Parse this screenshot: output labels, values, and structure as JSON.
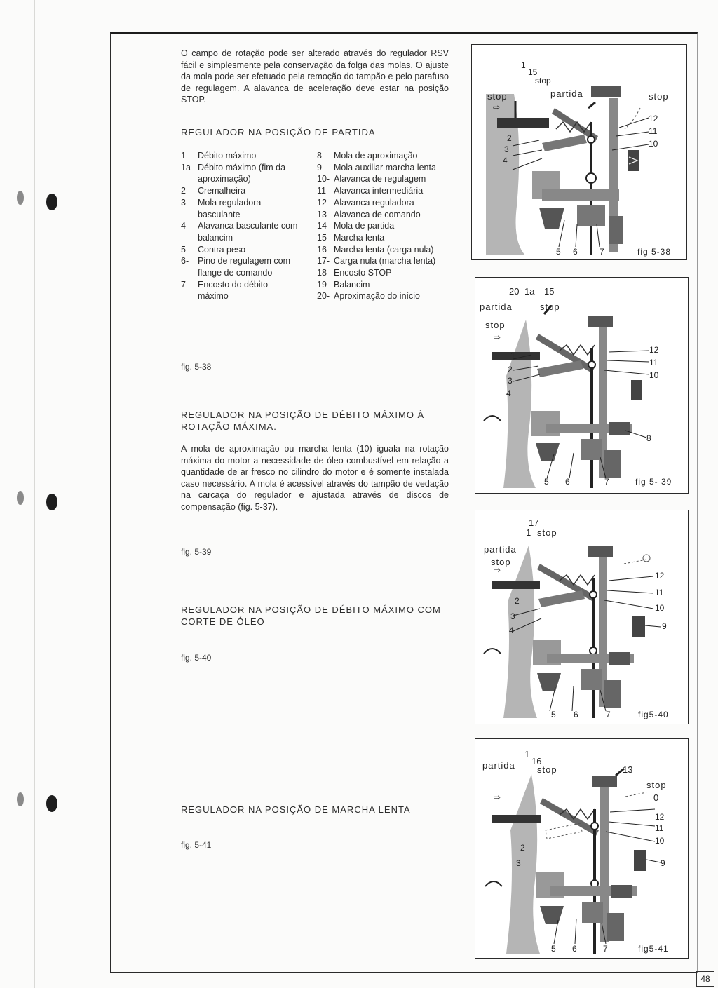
{
  "page_number": "48",
  "intro_paragraph": "O campo de rotação pode ser alterado através do regulador RSV fácil e simplesmente pela conservação da folga das molas. O ajuste da mola pode ser efetuado pela remoção do tampão e pelo parafuso de regulagem. A alavanca de aceleração deve estar na posição STOP.",
  "section_partida": {
    "heading": "REGULADOR NA POSIÇÃO DE PARTIDA",
    "fig_ref": "fig.  5-38"
  },
  "legend_left": [
    {
      "num": "1-",
      "label": "Débito máximo"
    },
    {
      "num": "1a",
      "label": "Débito máximo (fim da aproximação)"
    },
    {
      "num": "2-",
      "label": "Cremalheira"
    },
    {
      "num": "3-",
      "label": "Mola reguladora basculante"
    },
    {
      "num": "4-",
      "label": "Alavanca basculante com balancim"
    },
    {
      "num": "5-",
      "label": "Contra peso"
    },
    {
      "num": "6-",
      "label": "Pino de regulagem com flange de comando"
    },
    {
      "num": "7-",
      "label": "Encosto do débito máximo"
    }
  ],
  "legend_right": [
    {
      "num": "8-",
      "label": "Mola de aproximação"
    },
    {
      "num": "9-",
      "label": "Mola auxiliar marcha lenta"
    },
    {
      "num": "10-",
      "label": "Alavanca de regulagem"
    },
    {
      "num": "11-",
      "label": "Alavanca intermediária"
    },
    {
      "num": "12-",
      "label": "Alavanca reguladora"
    },
    {
      "num": "13-",
      "label": "Alavanca de comando"
    },
    {
      "num": "14-",
      "label": "Mola de partida"
    },
    {
      "num": "15-",
      "label": "Marcha lenta"
    },
    {
      "num": "16-",
      "label": "Marcha lenta (carga nula)"
    },
    {
      "num": "17-",
      "label": "Carga nula (marcha lenta)"
    },
    {
      "num": "18-",
      "label": "Encosto STOP"
    },
    {
      "num": "19-",
      "label": "Balancim"
    },
    {
      "num": "20-",
      "label": "Aproximação do início"
    }
  ],
  "section_debito_max": {
    "heading": "REGULADOR NA POSIÇÃO DE DÉBITO MÁXIMO À ROTAÇÃO MÁXIMA.",
    "paragraph": "A mola de aproximação ou marcha lenta (10) iguala na rotação máxima do motor a necessidade de óleo combustível em relação a quantidade de ar fresco no cilindro do motor e é somente instalada caso necessário. A mola é acessível através do tampão de vedação na carcaça do regulador e ajustada através de discos de compensação (fig. 5-37).",
    "fig_ref": "fig.  5-39"
  },
  "section_corte": {
    "heading": "REGULADOR NA POSIÇÃO DE DÉBITO MÁXIMO COM CORTE DE ÓLEO",
    "fig_ref": "fig.  5-40"
  },
  "section_marcha": {
    "heading": "REGULADOR NA POSIÇÃO DE MARCHA LENTA",
    "fig_ref": "fig.  5-41"
  },
  "figures": [
    {
      "caption": "fig 5-38",
      "labels": {
        "stop_left": "stop",
        "arrow": "⇨",
        "n1": "1",
        "n15": "15",
        "stop_top": "stop",
        "partida": "partida",
        "stop_right": "stop",
        "n12": "12",
        "n11": "11",
        "n10": "10",
        "n2": "2",
        "n3": "3",
        "n4": "4",
        "n5": "5",
        "n6": "6",
        "n7": "7"
      }
    },
    {
      "caption": "fig 5- 39",
      "labels": {
        "n20": "20",
        "n1a": "1a",
        "n15": "15",
        "partida": "partida",
        "stop_top": "stop",
        "stop_left": "stop",
        "arrow": "⇨",
        "n1": "1",
        "n2": "2",
        "n3": "3",
        "n4": "4",
        "n12": "12",
        "n11": "11",
        "n10": "10",
        "n8": "8",
        "n5": "5",
        "n6": "6",
        "n7": "7"
      }
    },
    {
      "caption": "fig5-40",
      "labels": {
        "n17": "17",
        "n1": "1",
        "stop_top": "stop",
        "partida": "partida",
        "stop_left": "stop",
        "arrow": "⇨",
        "n12": "12",
        "n11": "11",
        "n10": "10",
        "n9": "9",
        "n2": "2",
        "n3": "3",
        "n4": "4",
        "n5": "5",
        "n6": "6",
        "n7": "7"
      }
    },
    {
      "caption": "fig5-41",
      "labels": {
        "n1": "1",
        "n16": "16",
        "partida": "partida",
        "stop_top": "stop",
        "n13": "13",
        "stop_right": "stop",
        "n0": "0",
        "arrow": "⇨",
        "n12": "12",
        "n11": "11",
        "n10": "10",
        "n9": "9",
        "n2": "2",
        "n3": "3",
        "n5": "5",
        "n6": "6",
        "n7": "7"
      }
    }
  ]
}
